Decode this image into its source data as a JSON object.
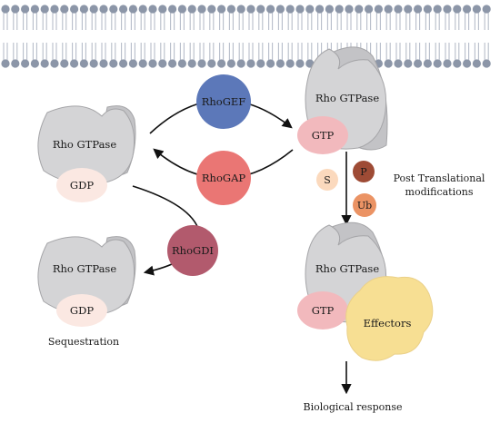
{
  "labels": {
    "rhogef": "RhoGEF",
    "rhogap": "RhoGAP",
    "rhogdi": "RhoGDI",
    "gtpase_active": "Rho GTPase",
    "gtp_active": "GTP",
    "gtpase_inactive": "Rho GTPase",
    "gdp_inactive": "GDP",
    "gtpase_sequestered": "Rho GTPase",
    "gdp_sequestered": "GDP",
    "sequestration": "Sequestration",
    "ptm_s": "S",
    "ptm_p": "P",
    "ptm_ub": "Ub",
    "ptm_line1": "Post Translational",
    "ptm_line2": "modifications",
    "gtpase_effector": "Rho GTPase",
    "gtp_effector": "GTP",
    "effectors": "Effectors",
    "biological_response": "Biological response"
  },
  "colors": {
    "membrane_head": "#8c96a8",
    "membrane_tail": "#b7bdc9",
    "gtpase": "#d4d4d6",
    "gtp": "#f2b9bd",
    "gdp": "#fbe8e2",
    "rhogef": "#5c78b9",
    "rhogap": "#ea7674",
    "rhogdi": "#b25a6d",
    "ptm_s": "#fbd9bd",
    "ptm_p": "#9e4b35",
    "ptm_ub": "#eb9364",
    "effectors": "#f7df93"
  }
}
